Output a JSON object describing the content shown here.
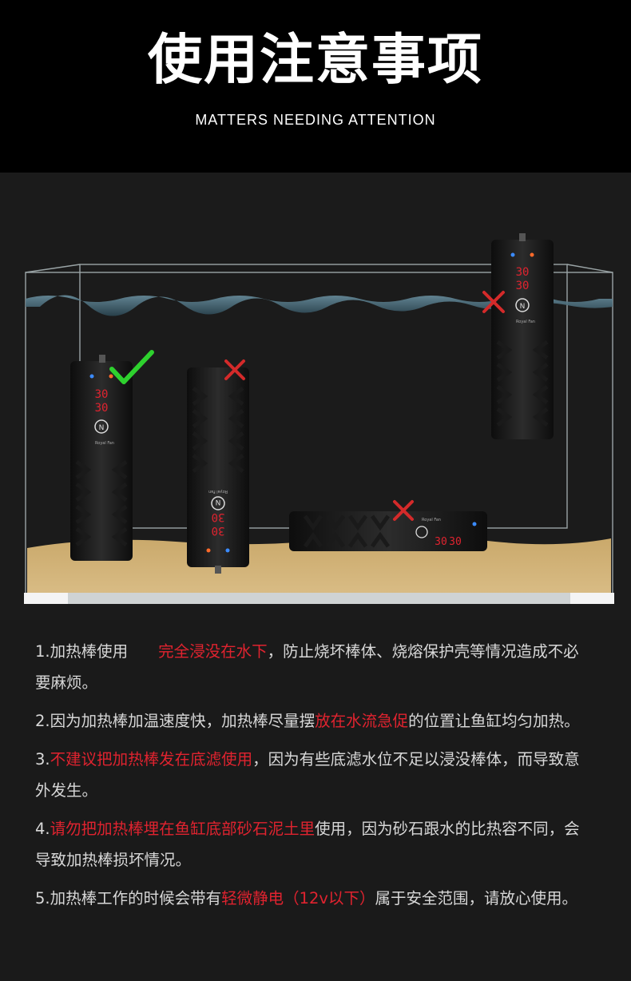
{
  "header": {
    "title": "使用注意事项",
    "subtitle": "MATTERS NEEDING ATTENTION"
  },
  "scene": {
    "heaters": [
      {
        "status": "correct",
        "mark_icon": "check-mark-icon",
        "display_top": "30",
        "display_bottom": "30",
        "brand": "Royal Fan"
      },
      {
        "status": "wrong",
        "mark_icon": "cross-mark-icon",
        "display_top": "30",
        "display_bottom": "30",
        "brand": "Royal Fan"
      },
      {
        "status": "wrong",
        "mark_icon": "cross-mark-icon",
        "display_top": "30",
        "display_bottom": "30",
        "brand": "Royal Fan"
      },
      {
        "status": "wrong",
        "mark_icon": "cross-mark-icon",
        "display_top": "30",
        "display_bottom": "30",
        "brand": "Royal Fan"
      }
    ],
    "colors": {
      "check": "#2ed12e",
      "cross": "#d42a2a",
      "display": "#e0232f"
    }
  },
  "notes": [
    {
      "prefix": "1.加热棒使用",
      "highlight": "完全浸没在水下",
      "suffix": "，防止烧坏棒体、烧熔保护壳等情况造成不必要麻烦。"
    },
    {
      "prefix": "2.因为加热棒加温速度快，加热棒尽量摆",
      "highlight": "放在水流急促",
      "suffix": "的位置让鱼缸均匀加热。"
    },
    {
      "prefix": "3.",
      "highlight": "不建议把加热棒发在底滤使用",
      "suffix": "，因为有些底滤水位不足以浸没棒体，而导致意外发生。"
    },
    {
      "prefix": "4.",
      "highlight": "请勿把加热棒埋在鱼缸底部砂石泥土里",
      "suffix": "使用，因为砂石跟水的比热容不同，会导致加热棒损坏情况。"
    },
    {
      "prefix": "5.加热棒工作的时候会带有",
      "highlight": "轻微静电（12v以下）",
      "suffix": "属于安全范围，请放心使用。"
    }
  ]
}
